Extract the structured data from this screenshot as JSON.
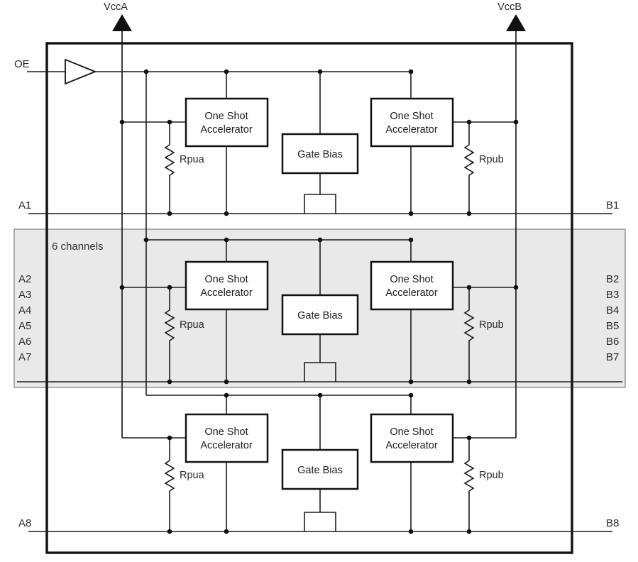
{
  "diagram": {
    "power": {
      "vcca_label": "VccA",
      "vccb_label": "VccB"
    },
    "oe": {
      "label": "OE"
    },
    "highlight": {
      "label": "6 channels"
    },
    "pins": {
      "a1": "A1",
      "b1": "B1",
      "a8": "A8",
      "b8": "B8",
      "a_group": [
        "A2",
        "A3",
        "A4",
        "A5",
        "A6",
        "A7"
      ],
      "b_group": [
        "B2",
        "B3",
        "B4",
        "B5",
        "B6",
        "B7"
      ]
    },
    "blocks": {
      "one_shot": {
        "line1": "One Shot",
        "line2": "Accelerator"
      },
      "gate_bias": "Gate Bias",
      "rpua": "Rpua",
      "rpub": "Rpub"
    },
    "colors": {
      "wire": "#1c1c1c",
      "box_border": "#111111",
      "highlight_fill": "#e9e9e9",
      "highlight_border": "#8f8f8f"
    }
  }
}
